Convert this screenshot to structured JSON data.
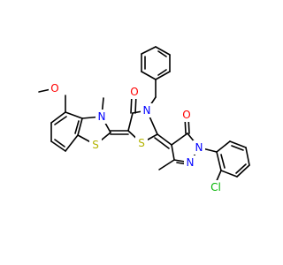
{
  "atoms": {
    "methoxy_o": {
      "text": "O",
      "color": "#ff0000"
    },
    "benzothiazole_n": {
      "text": "N",
      "color": "#0000ff"
    },
    "benzothiazole_s": {
      "text": "S",
      "color": "#b3b300"
    },
    "carbonyl_o_top": {
      "text": "O",
      "color": "#ff0000"
    },
    "thiazolidine_n": {
      "text": "N",
      "color": "#0000ff"
    },
    "thiazolidine_s": {
      "text": "S",
      "color": "#b3b300"
    },
    "pyrazolone_o": {
      "text": "O",
      "color": "#ff0000"
    },
    "pyrazole_n1": {
      "text": "N",
      "color": "#0000ff"
    },
    "pyrazole_n2": {
      "text": "N",
      "color": "#0000ff"
    },
    "chlorine": {
      "text": "Cl",
      "color": "#00b300"
    }
  }
}
